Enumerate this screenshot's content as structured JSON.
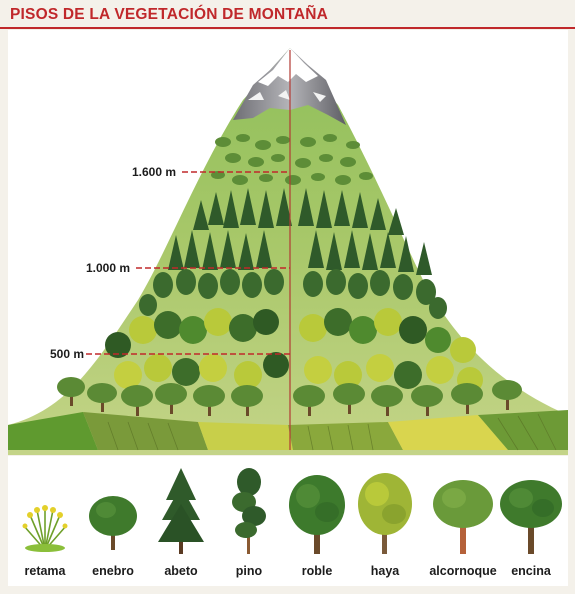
{
  "title": "PISOS DE LA VEGETACIÓN DE MONTAÑA",
  "altitudes": [
    {
      "label": "1.600 m"
    },
    {
      "label": "1.000 m"
    },
    {
      "label": "500 m"
    }
  ],
  "species": [
    {
      "label": "retama",
      "icon": "retama-icon"
    },
    {
      "label": "enebro",
      "icon": "enebro-icon"
    },
    {
      "label": "abeto",
      "icon": "abeto-icon"
    },
    {
      "label": "pino",
      "icon": "pino-icon"
    },
    {
      "label": "roble",
      "icon": "roble-icon"
    },
    {
      "label": "haya",
      "icon": "haya-icon"
    },
    {
      "label": "alcornoque",
      "icon": "alcornoque-icon"
    },
    {
      "label": "encina",
      "icon": "encina-icon"
    }
  ],
  "colors": {
    "title": "#c0282b",
    "marker_line": "#c0282b",
    "conifer": "#2f5a2a",
    "broadleaf": "#4f8a2e",
    "beech": "#b9c93a",
    "field_yellow": "#d6d24a",
    "field_green": "#5f9a2f",
    "rock": "#8a8a8e",
    "snow": "#ffffff"
  }
}
